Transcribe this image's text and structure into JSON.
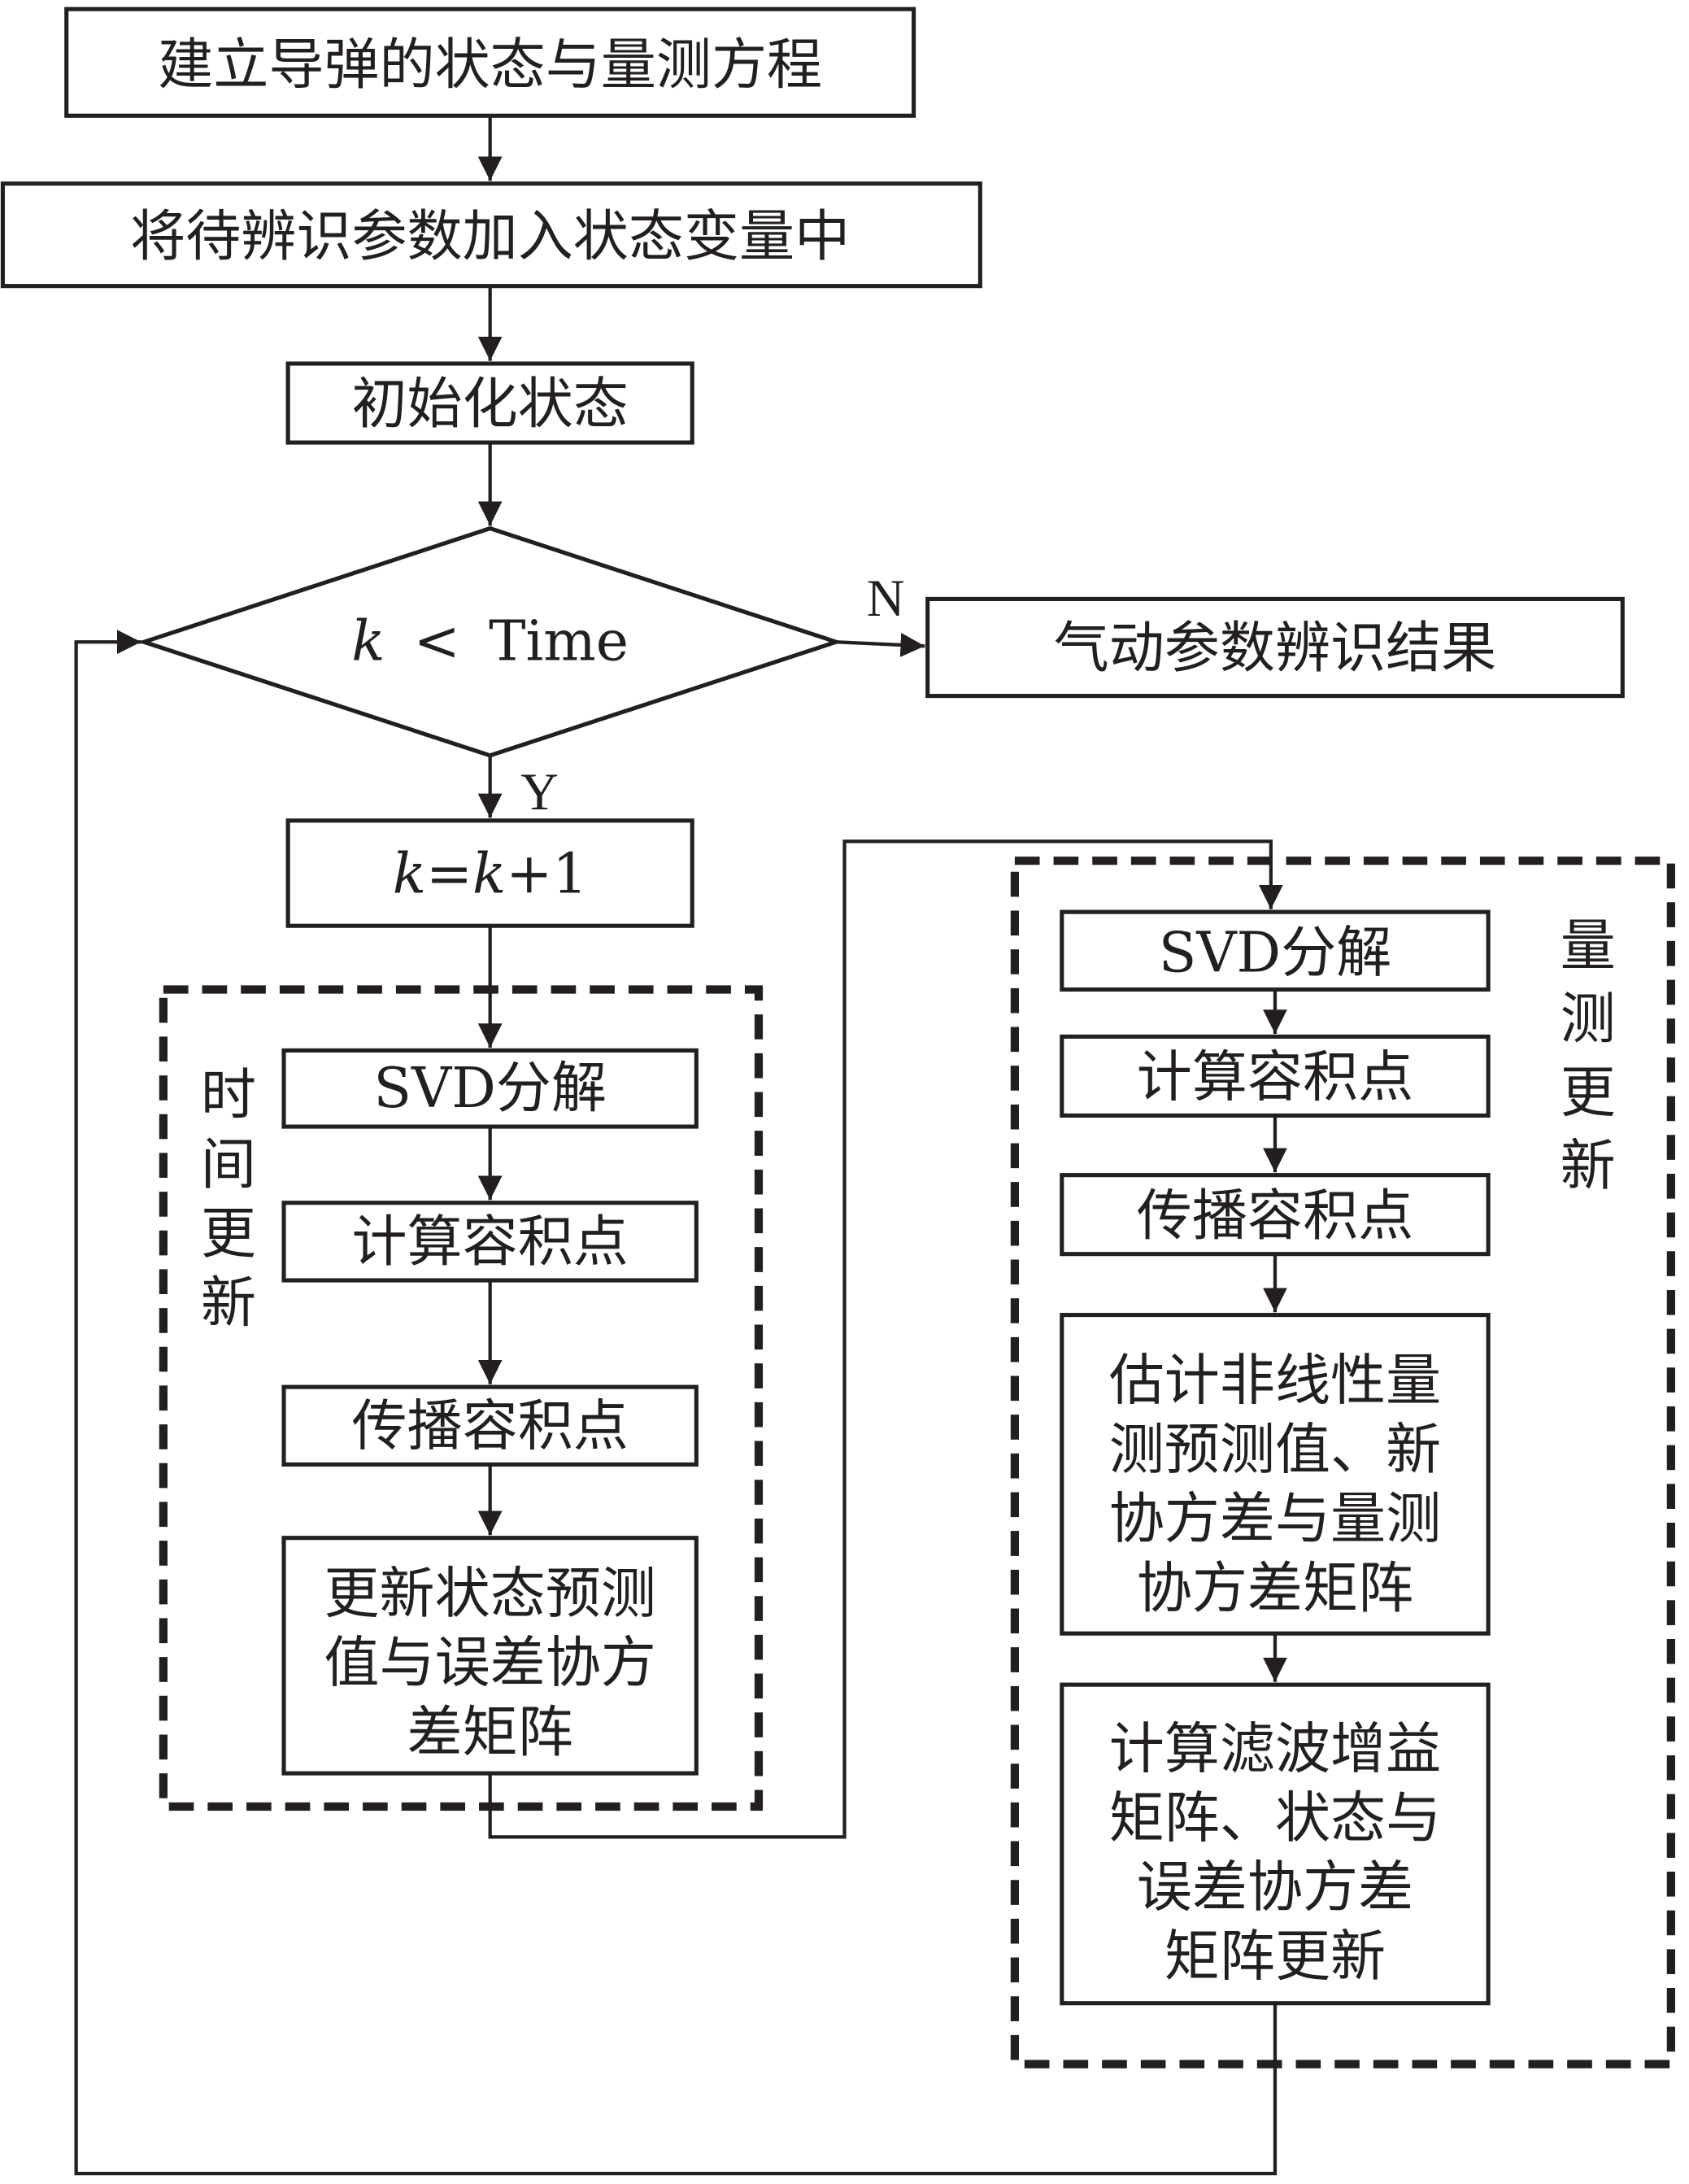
{
  "title": "Aerodynamic parameter identification flowchart",
  "colors": {
    "stroke": "#231f20",
    "background": "#ffffff"
  },
  "nodes": {
    "build_model": "建立导弹的状态与量测方程",
    "add_params": "将待辨识参数加入状态变量中",
    "init_state": "初始化状态",
    "decision": {
      "var": "k",
      "op": "<",
      "rhs": "Time"
    },
    "result": "气动参数辨识结果",
    "increment": {
      "var1": "k",
      "eq": "=",
      "var2": "k",
      "tail": "+1"
    },
    "time_update": {
      "label_chars": [
        "时",
        "间",
        "更",
        "新"
      ],
      "steps": [
        [
          "SVD分解"
        ],
        [
          "计算容积点"
        ],
        [
          "传播容积点"
        ],
        [
          "更新状态预测",
          "值与误差协方",
          "差矩阵"
        ]
      ]
    },
    "measurement_update": {
      "label_chars": [
        "量",
        "测",
        "更",
        "新"
      ],
      "steps": [
        [
          "SVD分解"
        ],
        [
          "计算容积点"
        ],
        [
          "传播容积点"
        ],
        [
          "估计非线性量",
          "测预测值、新",
          "协方差与量测",
          "协方差矩阵"
        ],
        [
          "计算滤波增益",
          "矩阵、状态与",
          "误差协方差",
          "矩阵更新"
        ]
      ]
    }
  },
  "edge_labels": {
    "no": "N",
    "yes": "Y"
  }
}
